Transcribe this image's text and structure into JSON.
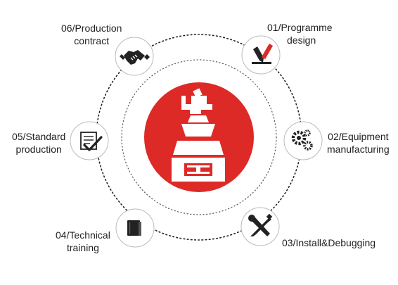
{
  "colors": {
    "accent": "#dd2a26",
    "ring": "#222222",
    "node_border": "#bbbbbb",
    "icon": "#222222",
    "text": "#222222"
  },
  "center_logo": {
    "icon": "robot-arm-logo"
  },
  "steps": [
    {
      "number": "01",
      "line1": "01/Programme",
      "line2": "design",
      "icon": "pen-ruler-icon"
    },
    {
      "number": "02",
      "line1": "02/Equipment",
      "line2": "manufacturing",
      "icon": "gears-icon"
    },
    {
      "number": "03",
      "line1": "03/Install&Debugging",
      "line2": "",
      "icon": "wrench-screwdriver-icon"
    },
    {
      "number": "04",
      "line1": "04/Technical",
      "line2": "training",
      "icon": "book-icon"
    },
    {
      "number": "05",
      "line1": "05/Standard",
      "line2": "production",
      "icon": "checklist-icon"
    },
    {
      "number": "06",
      "line1": "06/Production",
      "line2": "contract",
      "icon": "handshake-icon"
    }
  ]
}
